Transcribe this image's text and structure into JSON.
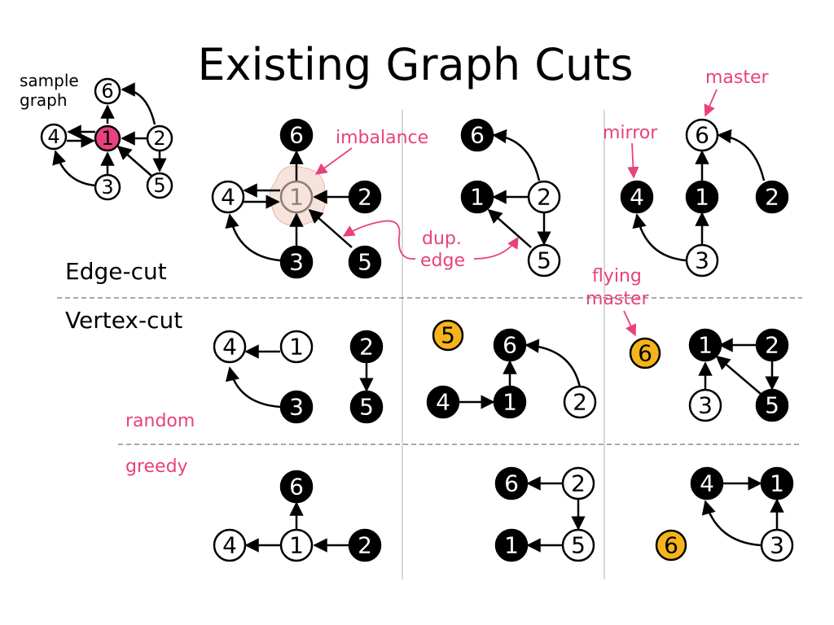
{
  "title": "Existing Graph Cuts",
  "sample_label_1": "sample",
  "sample_label_2": "graph",
  "sections": {
    "edge_cut": "Edge-cut",
    "vertex_cut": "Vertex-cut",
    "random": "random",
    "greedy": "greedy"
  },
  "annotations": {
    "imbalance": "imbalance",
    "dup": "dup.",
    "edge": "edge",
    "master": "master",
    "mirror": "mirror",
    "flying": "flying",
    "flying_master": "master"
  },
  "colors": {
    "accent": "#e8417f",
    "master_black": "#000000",
    "flying_master": "#f4b41a",
    "imbalance_blob": "#f6e4dc"
  },
  "nodes": {
    "n1": "1",
    "n2": "2",
    "n3": "3",
    "n4": "4",
    "n5": "5",
    "n6": "6"
  }
}
